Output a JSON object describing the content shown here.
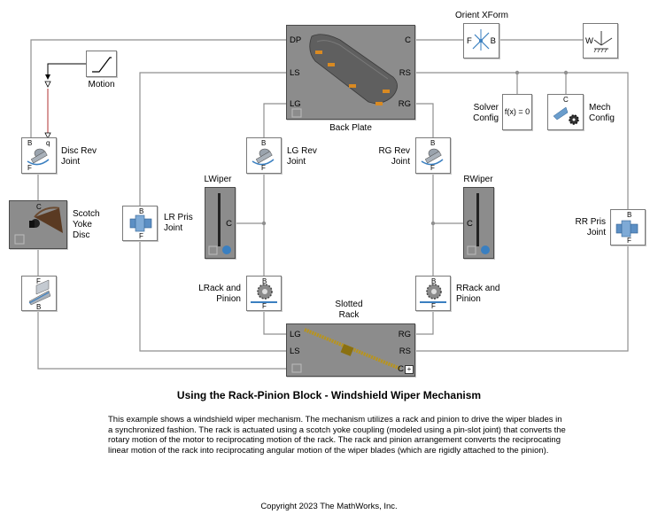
{
  "title": "Using the Rack-Pinion Block - Windshield Wiper Mechanism",
  "description": "This example shows a windshield wiper mechanism. The mechanism utilizes a rack and pinion to drive the wiper blades in a synchronized fashion. The rack is actuated using a scotch yoke coupling (modeled using a pin-slot joint) that converts the rotary motion of the motor to reciprocating motion of the rack. The rack and pinion arrangement converts the reciprocating linear motion of the rack into reciprocating angular motion of the wiper blades (which are rigidly attached to the pinion).",
  "copyright": "Copyright 2023 The MathWorks, Inc.",
  "blocks": {
    "motion": {
      "label": "Motion"
    },
    "disc_rev": {
      "label": "Disc Rev\nJoint",
      "ports": {
        "b": "B",
        "f": "F",
        "q": "q"
      }
    },
    "scotch": {
      "label": "Scotch\nYoke\nDisc",
      "ports": {
        "c": "C"
      }
    },
    "pin_slot": {
      "ports": {
        "b": "B",
        "f": "F"
      }
    },
    "lr_pris": {
      "label": "LR Pris\nJoint",
      "ports": {
        "b": "B",
        "f": "F"
      }
    },
    "back_plate": {
      "label": "Back Plate",
      "ports": {
        "dp": "DP",
        "ls": "LS",
        "lg": "LG",
        "c": "C",
        "rs": "RS",
        "rg": "RG"
      }
    },
    "lg_rev": {
      "label": "LG Rev\nJoint",
      "ports": {
        "b": "B",
        "f": "F"
      }
    },
    "rg_rev": {
      "label": "RG Rev\nJoint",
      "ports": {
        "b": "B",
        "f": "F"
      }
    },
    "lwiper": {
      "label": "LWiper",
      "ports": {
        "c": "C"
      }
    },
    "rwiper": {
      "label": "RWiper",
      "ports": {
        "c": "C"
      }
    },
    "lrack": {
      "label": "LRack and\nPinion",
      "ports": {
        "b": "B",
        "f": "F"
      }
    },
    "rrack": {
      "label": "RRack and\nPinion",
      "ports": {
        "b": "B",
        "f": "F"
      }
    },
    "slotted": {
      "label": "Slotted\nRack",
      "ports": {
        "lg": "LG",
        "ls": "LS",
        "rg": "RG",
        "rs": "RS",
        "c": "C"
      }
    },
    "orient": {
      "label": "Orient XForm",
      "ports": {
        "f": "F",
        "b": "B"
      }
    },
    "world": {
      "ports": {
        "w": "W"
      }
    },
    "solver": {
      "label": "Solver\nConfig",
      "text": "f(x) = 0"
    },
    "mech": {
      "label": "Mech\nConfig",
      "ports": {
        "c": "C"
      }
    },
    "rr_pris": {
      "label": "RR Pris\nJoint",
      "ports": {
        "b": "B",
        "f": "F"
      }
    }
  },
  "colors": {
    "line": "#8f8f8f",
    "signal": "#000000",
    "physical_signal": "#b03030",
    "rack_gold": "#b8941e",
    "plate_gray": "#5f5f5f",
    "bracket_orange": "#d98a22",
    "joint_blue": "#3a7fc0",
    "block_border": "#7a7a7a"
  }
}
